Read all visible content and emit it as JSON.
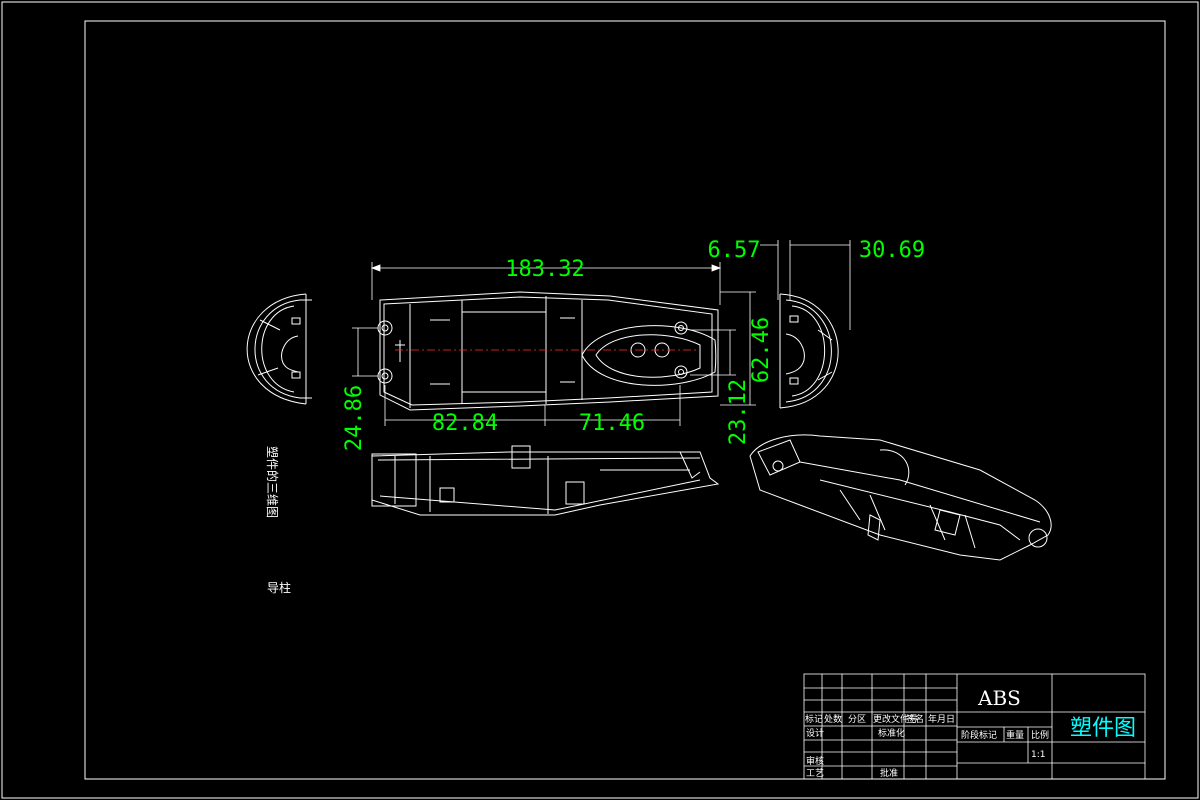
{
  "dimensions": {
    "overall_length": "183.32",
    "left_offset": "82.84",
    "right_offset": "71.46",
    "left_height": "24.86",
    "right_height": "62.46",
    "small_vertical": "23.12",
    "end_gap": "6.57",
    "end_depth": "30.69"
  },
  "notes": {
    "vertical_caption": "塑件的三维图",
    "guide_post": "导柱"
  },
  "title_block": {
    "material": "ABS",
    "drawing_name": "塑件图",
    "scale": "1:1",
    "headers": {
      "mark": "标记",
      "count": "处数",
      "zone": "分区",
      "change_doc": "更改文件号",
      "signature": "签名",
      "date": "年月日",
      "stage_mark": "阶段标记",
      "weight": "重量",
      "ratio": "比例"
    },
    "rows": {
      "design": "设计",
      "standardization": "标准化",
      "review": "审核",
      "process": "工艺",
      "approve": "批准"
    }
  }
}
